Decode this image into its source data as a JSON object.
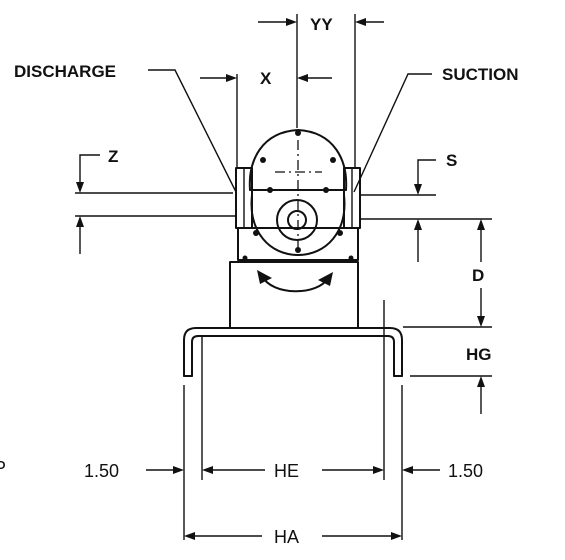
{
  "labels": {
    "discharge": "DISCHARGE",
    "suction": "SUCTION",
    "x": "X",
    "yy": "YY",
    "z": "Z",
    "s": "S",
    "d": "D",
    "hg": "HG",
    "he": "HE",
    "ha": "HA",
    "left_offset": "1.50",
    "right_offset": "1.50",
    "edge_mark": "P"
  }
}
